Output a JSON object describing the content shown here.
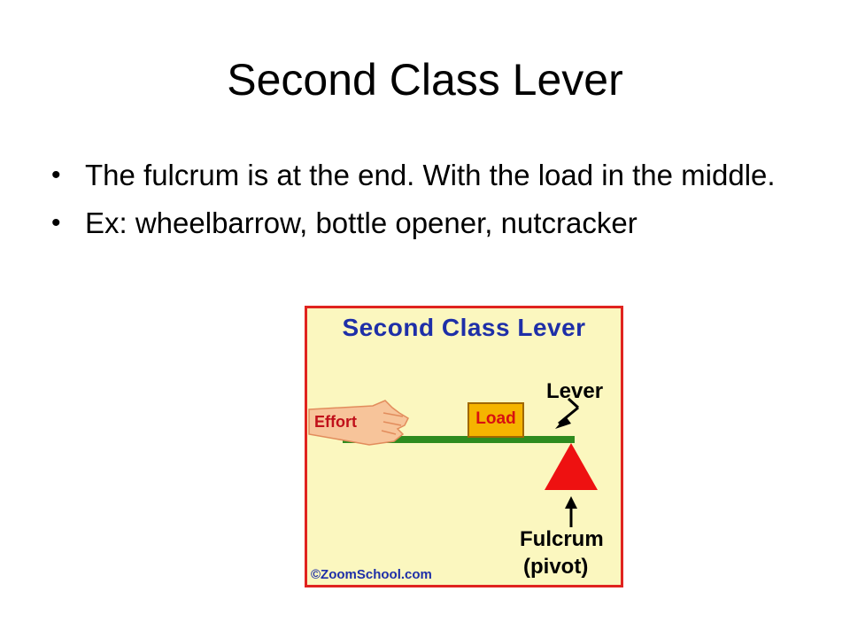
{
  "slide": {
    "title": "Second Class Lever",
    "bullets": [
      "The fulcrum is at the end. With the load in the middle.",
      "Ex: wheelbarrow, bottle opener, nutcracker"
    ]
  },
  "figure": {
    "title": "Second Class Lever",
    "lever_label": "Lever",
    "load_label": "Load",
    "effort_label": "Effort",
    "fulcrum_label": "Fulcrum",
    "pivot_label": "(pivot)",
    "copyright": "©ZoomSchool.com"
  },
  "colors": {
    "figure_background": "#fbf7bf",
    "figure_border": "#e0231f",
    "lever_bar": "#2e8b1e",
    "fulcrum_triangle": "#ee1111",
    "load_box": "#f5b400",
    "title_blue": "#1e2fa8"
  },
  "icons": [
    "hand-icon",
    "arrow-icon",
    "fulcrum-triangle"
  ]
}
